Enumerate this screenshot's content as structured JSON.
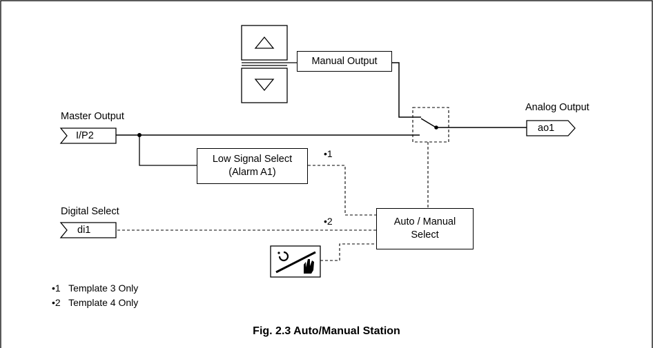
{
  "diagram": {
    "master_output_label": "Master Output",
    "master_output_tag": "I/P2",
    "digital_select_label": "Digital Select",
    "digital_select_tag": "di1",
    "analog_output_label": "Analog Output",
    "analog_output_tag": "ao1",
    "manual_output": "Manual Output",
    "low_signal_select_line1": "Low Signal Select",
    "low_signal_select_line2": "(Alarm A1)",
    "auto_manual_line1": "Auto / Manual",
    "auto_manual_line2": "Select",
    "marker_1": "•1",
    "marker_2": "•2",
    "notes": [
      {
        "marker": "•1",
        "text": "Template 3 Only"
      },
      {
        "marker": "•2",
        "text": "Template 4 Only"
      }
    ],
    "caption": "Fig. 2.3 Auto/Manual Station",
    "icons": [
      "up-arrow-key-icon",
      "down-arrow-key-icon",
      "auto-manual-key-icon"
    ]
  }
}
